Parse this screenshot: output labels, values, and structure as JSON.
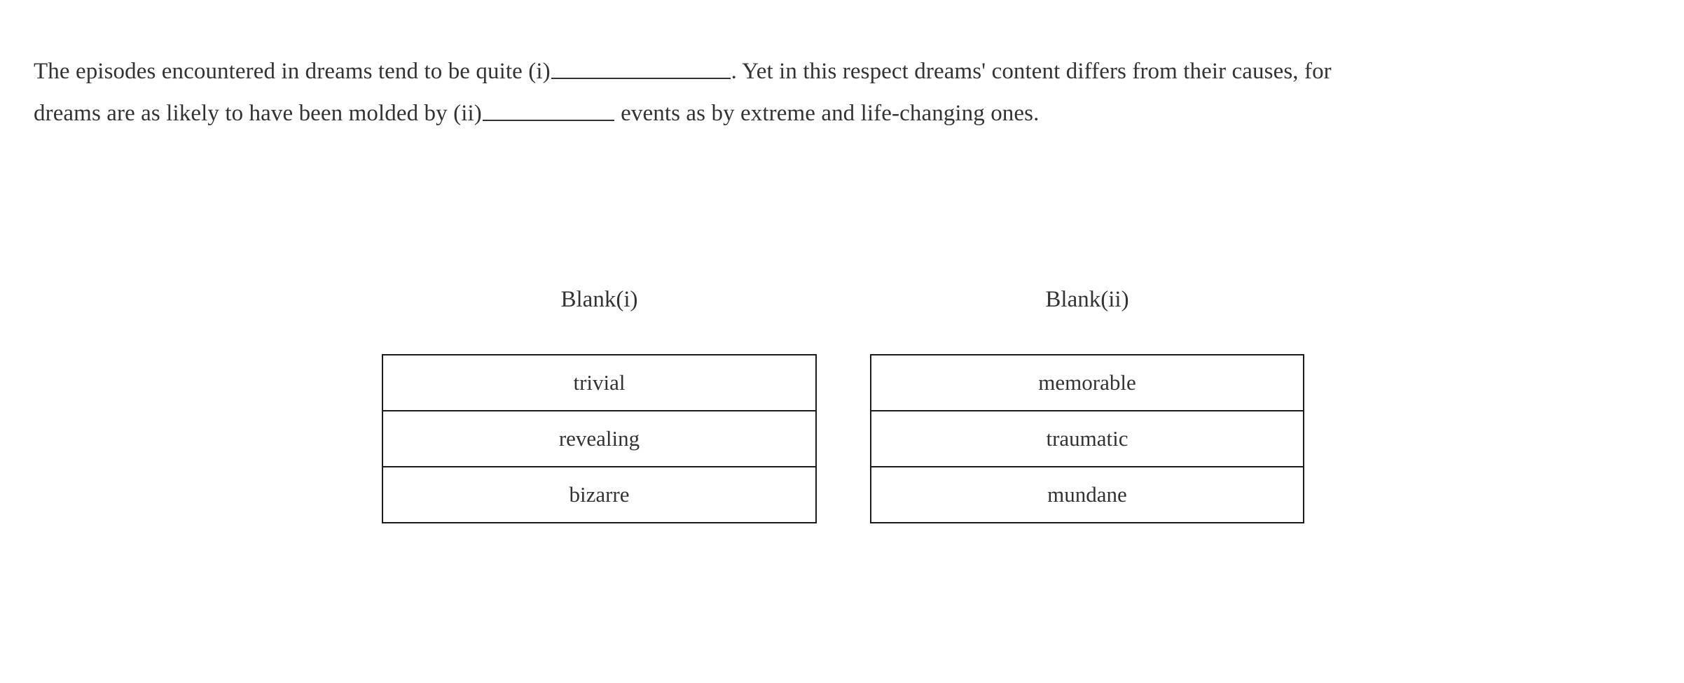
{
  "passage": {
    "line1_part1": "The episodes encountered in dreams tend to be quite (i)",
    "line1_part2": ". Yet in this respect dreams' content differs from their causes, for",
    "line2_part1": "dreams are as likely to have been molded by (ii)",
    "line2_part2": " events as by extreme and life-changing ones."
  },
  "answer_groups": [
    {
      "header": "Blank(i)",
      "options": [
        "trivial",
        "revealing",
        "bizarre"
      ]
    },
    {
      "header": "Blank(ii)",
      "options": [
        "memorable",
        "traumatic",
        "mundane"
      ]
    }
  ],
  "colors": {
    "text": "#333333",
    "border": "#1c1c1c",
    "background": "#ffffff"
  }
}
